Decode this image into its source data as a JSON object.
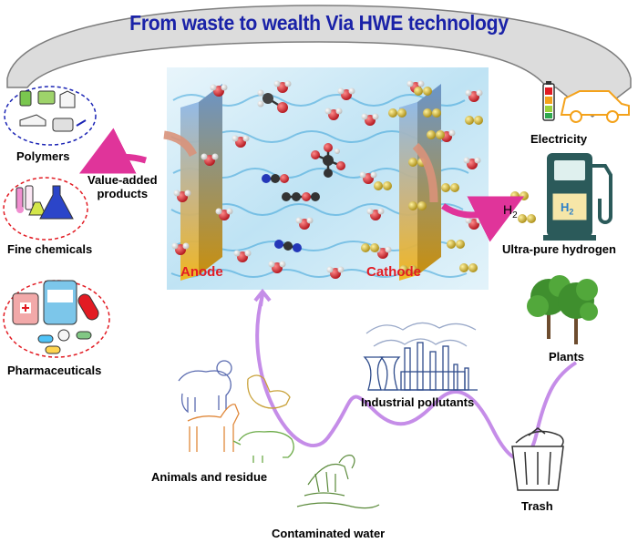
{
  "title": "From waste to wealth Via HWE technology",
  "products": {
    "polymers": "Polymers",
    "fine_chemicals": "Fine chemicals",
    "pharmaceuticals": "Pharmaceuticals",
    "value_added_line1": "Value-added",
    "value_added_line2": "products",
    "electricity": "Electricity",
    "hydrogen_formula": "H",
    "hydrogen_subscript": "2",
    "tank_label": "H",
    "tank_subscript": "2",
    "ultra_pure_hydrogen": "Ultra-pure hydrogen"
  },
  "electrodes": {
    "anode": "Anode",
    "cathode": "Cathode"
  },
  "sources": {
    "plants": "Plants",
    "industrial_pollutants": "Industrial pollutants",
    "animals_and_residue": "Animals and residue",
    "contaminated_water": "Contaminated water",
    "trash": "Trash"
  },
  "colors": {
    "title": "#1a22a8",
    "electrode_label": "#e21b23",
    "flow_curve": "#c58de8",
    "arrow": "#e0349a",
    "dashed_border": "#e21b23",
    "banner": "#dcdcdc"
  }
}
